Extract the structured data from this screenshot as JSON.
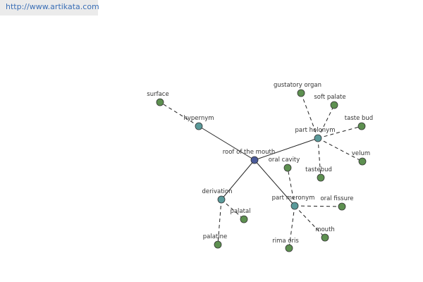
{
  "site": {
    "url": "http://www.artikata.com"
  },
  "graph": {
    "colors": {
      "center": "#4a5a99",
      "relation": "#5a9a9a",
      "term": "#5d9050",
      "node_outline": "#333333",
      "edge": "#222222"
    },
    "nodes": [
      {
        "id": "roof",
        "label": "roof of the mouth",
        "kind": "center"
      },
      {
        "id": "hypernym",
        "label": "hypernym",
        "kind": "relation"
      },
      {
        "id": "holonym",
        "label": "part holonym",
        "kind": "relation"
      },
      {
        "id": "meronym",
        "label": "part meronym",
        "kind": "relation"
      },
      {
        "id": "derivation",
        "label": "derivation",
        "kind": "relation"
      },
      {
        "id": "surface",
        "label": "surface",
        "kind": "term"
      },
      {
        "id": "gustatory",
        "label": "gustatory organ",
        "kind": "term"
      },
      {
        "id": "softpalate",
        "label": "soft palate",
        "kind": "term"
      },
      {
        "id": "tastebud",
        "label": "taste bud",
        "kind": "term"
      },
      {
        "id": "velum",
        "label": "velum",
        "kind": "term"
      },
      {
        "id": "tastebud2",
        "label": "tastebud",
        "kind": "term"
      },
      {
        "id": "oralcavity",
        "label": "oral cavity",
        "kind": "term"
      },
      {
        "id": "oralfissure",
        "label": "oral fissure",
        "kind": "term"
      },
      {
        "id": "mouth",
        "label": "mouth",
        "kind": "term"
      },
      {
        "id": "rimaoris",
        "label": "rima oris",
        "kind": "term"
      },
      {
        "id": "palatal",
        "label": "palatal",
        "kind": "term"
      },
      {
        "id": "palatine",
        "label": "palatine",
        "kind": "term"
      }
    ],
    "edges": [
      {
        "from": "roof",
        "to": "hypernym",
        "style": "solid"
      },
      {
        "from": "roof",
        "to": "holonym",
        "style": "solid"
      },
      {
        "from": "roof",
        "to": "meronym",
        "style": "solid"
      },
      {
        "from": "roof",
        "to": "derivation",
        "style": "solid"
      },
      {
        "from": "hypernym",
        "to": "surface",
        "style": "dashed"
      },
      {
        "from": "holonym",
        "to": "gustatory",
        "style": "dashed"
      },
      {
        "from": "holonym",
        "to": "softpalate",
        "style": "dashed"
      },
      {
        "from": "holonym",
        "to": "tastebud",
        "style": "dashed"
      },
      {
        "from": "holonym",
        "to": "velum",
        "style": "dashed"
      },
      {
        "from": "holonym",
        "to": "tastebud2",
        "style": "dashed"
      },
      {
        "from": "meronym",
        "to": "oralcavity",
        "style": "dashed"
      },
      {
        "from": "meronym",
        "to": "oralfissure",
        "style": "dashed"
      },
      {
        "from": "meronym",
        "to": "mouth",
        "style": "dashed"
      },
      {
        "from": "meronym",
        "to": "rimaoris",
        "style": "dashed"
      },
      {
        "from": "derivation",
        "to": "palatal",
        "style": "dashed"
      },
      {
        "from": "derivation",
        "to": "palatine",
        "style": "dashed"
      }
    ]
  }
}
